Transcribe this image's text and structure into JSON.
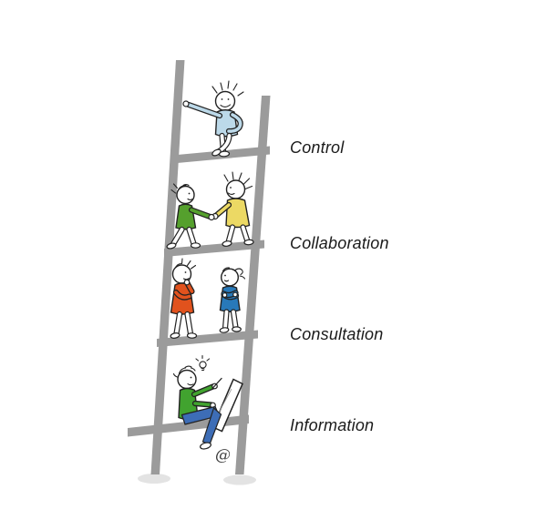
{
  "diagram": {
    "name": "participation-ladder",
    "levels": [
      {
        "label": "Control",
        "icon": "person-leaning-on-ladder"
      },
      {
        "label": "Collaboration",
        "icon": "two-people-shaking-hands"
      },
      {
        "label": "Consultation",
        "icon": "two-people-talking"
      },
      {
        "label": "Information",
        "icon": "person-writing-on-tablet"
      }
    ],
    "at_symbol": "@",
    "colors": {
      "ladder": "#9b9b9b",
      "foot_shadow": "#e3e3e3",
      "control_shirt": "#bcd9e9",
      "collab_green": "#55a02d",
      "collab_yellow": "#ecd964",
      "consult_orange": "#e1521d",
      "consult_blue": "#2879b9",
      "info_green": "#41a32f",
      "info_jeans": "#3d6db6",
      "label_text": "#1b1b1b",
      "at_color": "#3f3f3f"
    }
  }
}
